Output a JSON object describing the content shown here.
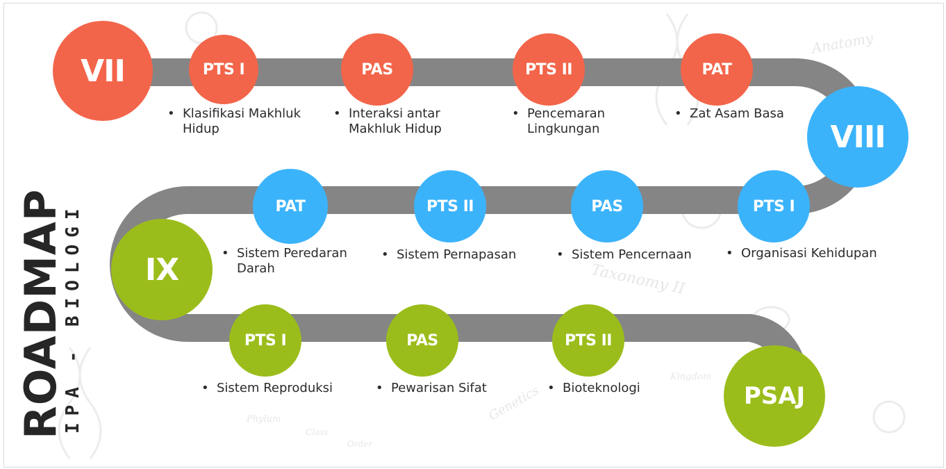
{
  "title": {
    "main": "ROADMAP",
    "sub": "IPA - BIOLOGI"
  },
  "colors": {
    "road": "#858585",
    "grade_vii": "#f2654a",
    "grade_viii": "#3bb3fb",
    "grade_ix": "#9bbd1b"
  },
  "background_words": [
    "Anatomy",
    "Taxonomy II",
    "Genetics",
    "Kingdom",
    "Phylum",
    "Class",
    "Order"
  ],
  "grades": {
    "vii": "VII",
    "viii": "VIII",
    "ix": "IX",
    "final": "PSAJ"
  },
  "rows": [
    {
      "grade": "VII",
      "milestones": [
        {
          "label": "PTS I",
          "topic": "Klasifikasi Makhluk Hidup"
        },
        {
          "label": "PAS",
          "topic": "Interaksi antar Makhluk Hidup"
        },
        {
          "label": "PTS II",
          "topic": "Pencemaran Lingkungan"
        },
        {
          "label": "PAT",
          "topic": "Zat Asam Basa"
        }
      ]
    },
    {
      "grade": "VIII",
      "milestones": [
        {
          "label": "PTS I",
          "topic": "Organisasi Kehidupan"
        },
        {
          "label": "PAS",
          "topic": "Sistem Pencernaan"
        },
        {
          "label": "PTS II",
          "topic": "Sistem Pernapasan"
        },
        {
          "label": "PAT",
          "topic": "Sistem Peredaran Darah"
        }
      ]
    },
    {
      "grade": "IX",
      "milestones": [
        {
          "label": "PTS I",
          "topic": "Sistem Reproduksi"
        },
        {
          "label": "PAS",
          "topic": "Pewarisan Sifat"
        },
        {
          "label": "PTS II",
          "topic": "Bioteknologi"
        }
      ]
    }
  ]
}
